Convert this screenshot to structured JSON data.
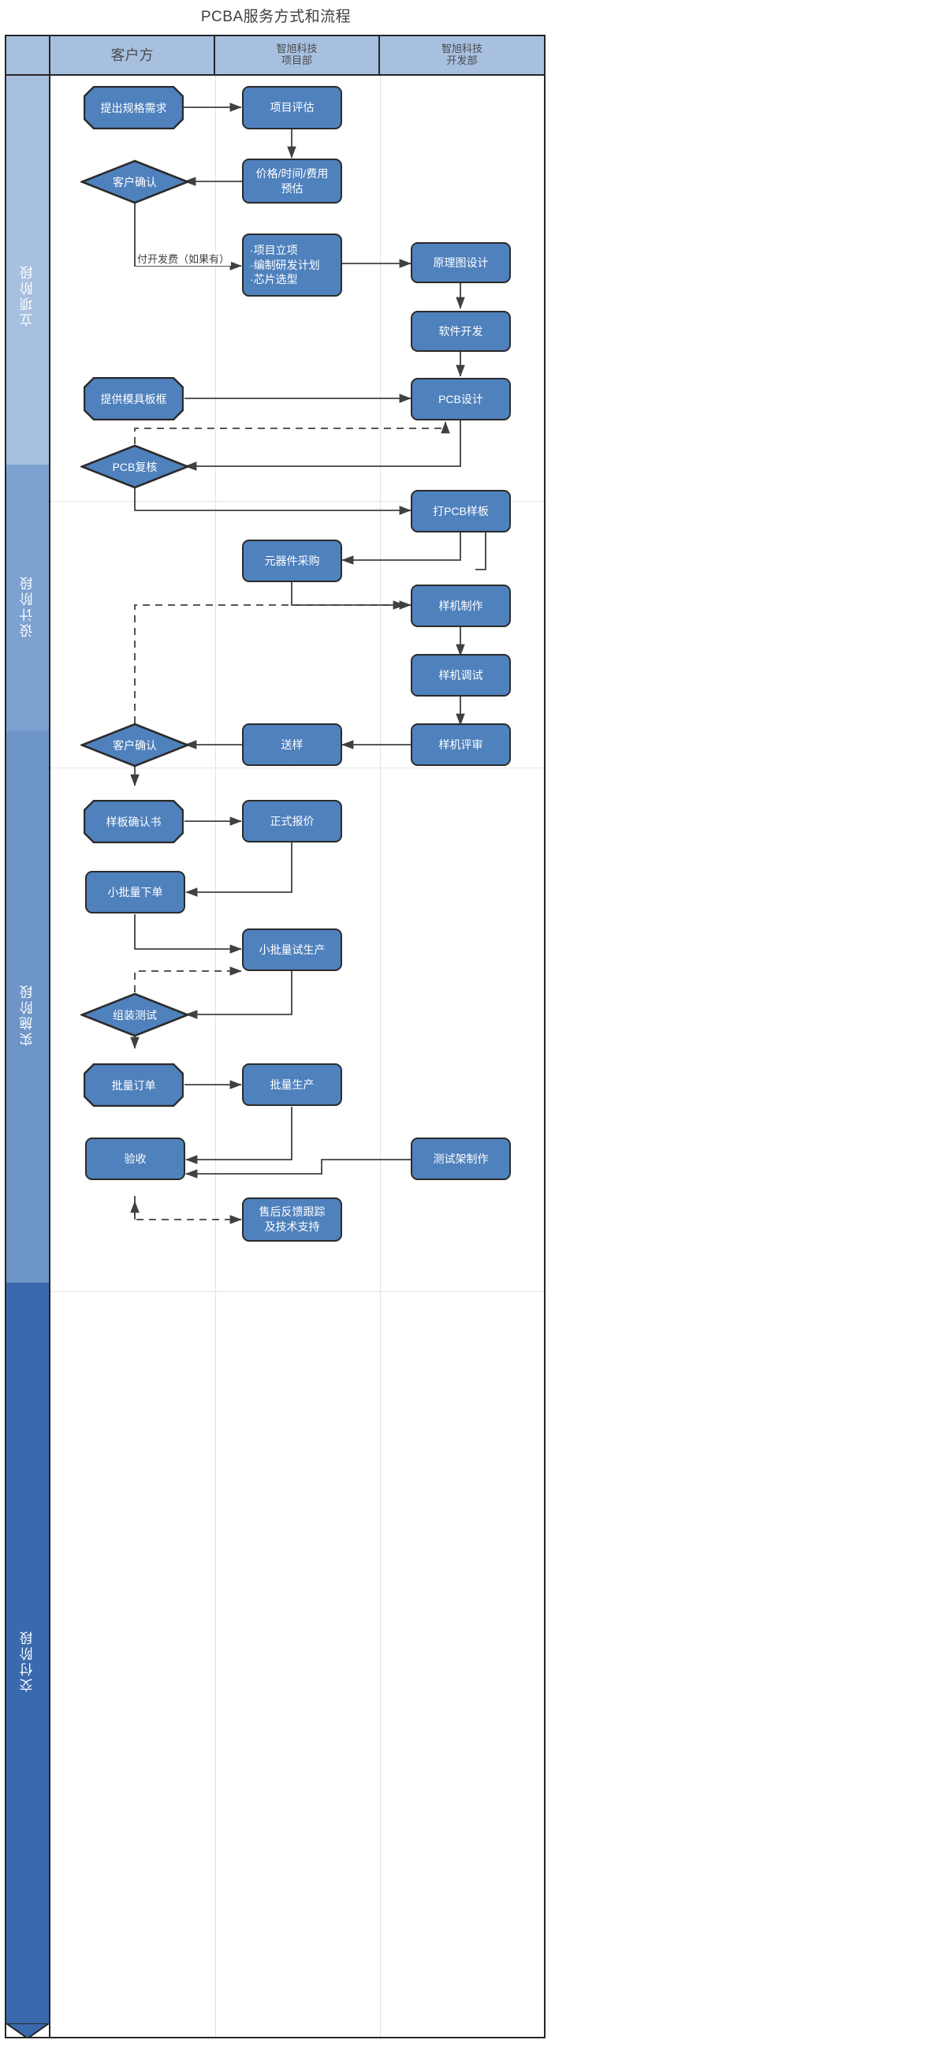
{
  "title": "PCBA服务方式和流程",
  "header": {
    "corner": "",
    "columns": [
      "客户方",
      "智旭科技\n项目部",
      "智旭科技\n开发部"
    ],
    "col1": "客户方",
    "col2_l1": "智旭科技",
    "col2_l2": "项目部",
    "col3_l1": "智旭科技",
    "col3_l2": "开发部"
  },
  "phases": [
    {
      "label": "立项阶段",
      "color": "#a7c0e0"
    },
    {
      "label": "设计阶段",
      "color": "#7da1d0"
    },
    {
      "label": "实施阶段",
      "color": "#6e95c8"
    },
    {
      "label": "交付阶段",
      "color": "#3a6aad"
    }
  ],
  "colors": {
    "node_fill": "#4f81bd",
    "node_stroke": "#2b2b2b",
    "header_fill": "#a7c0e0",
    "frame": "#262626",
    "edge": "#404040",
    "lane_sep": "#e2e2e2",
    "phase_divider": "#cfcfcf"
  },
  "nodes": {
    "spec_request": "提出规格需求",
    "project_eval": "项目评估",
    "price_estimate_l1": "价格/时间/费用",
    "price_estimate_l2": "预估",
    "customer_confirm_1": "客户确认",
    "initiation_b1": "·项目立项",
    "initiation_b2": "·编制研发计划",
    "initiation_b3": "·芯片选型",
    "schematic_design": "原理图设计",
    "software_dev": "软件开发",
    "provide_mold_frame": "提供模具板框",
    "pcb_design": "PCB设计",
    "pcb_review": "PCB复核",
    "pcb_sample": "打PCB样板",
    "component_purchase": "元器件采购",
    "prototype_make": "样机制作",
    "prototype_debug": "样机调试",
    "prototype_review": "样机评审",
    "send_sample": "送样",
    "customer_confirm_2": "客户确认",
    "sample_confirm_doc": "样板确认书",
    "formal_quote": "正式报价",
    "small_batch_order": "小批量下单",
    "small_batch_trial": "小批量试生产",
    "assembly_test": "组装测试",
    "bulk_order": "批量订单",
    "bulk_production": "批量生产",
    "acceptance": "验收",
    "test_fixture": "测试架制作",
    "aftersales_l1": "售后反馈跟踪",
    "aftersales_l2": "及技术支持"
  },
  "edge_labels": {
    "dev_fee": "付开发费（如果有）"
  },
  "flow": [
    {
      "from": "spec_request",
      "to": "project_eval",
      "style": "solid"
    },
    {
      "from": "project_eval",
      "to": "price_estimate",
      "style": "solid"
    },
    {
      "from": "price_estimate",
      "to": "customer_confirm_1",
      "style": "solid"
    },
    {
      "from": "customer_confirm_1",
      "to": "initiation",
      "style": "solid",
      "label": "付开发费（如果有）"
    },
    {
      "from": "initiation",
      "to": "schematic_design",
      "style": "solid"
    },
    {
      "from": "schematic_design",
      "to": "software_dev",
      "style": "solid"
    },
    {
      "from": "software_dev",
      "to": "pcb_design",
      "style": "solid"
    },
    {
      "from": "provide_mold_frame",
      "to": "pcb_design",
      "style": "solid"
    },
    {
      "from": "pcb_design",
      "to": "pcb_review",
      "style": "solid"
    },
    {
      "from": "pcb_review",
      "to": "pcb_design",
      "style": "dashed"
    },
    {
      "from": "pcb_review",
      "to": "pcb_sample",
      "style": "solid"
    },
    {
      "from": "pcb_sample",
      "to": "prototype_make",
      "style": "solid"
    },
    {
      "from": "pcb_sample",
      "to": "component_purchase",
      "style": "solid"
    },
    {
      "from": "component_purchase",
      "to": "prototype_make",
      "style": "solid"
    },
    {
      "from": "prototype_make",
      "to": "prototype_debug",
      "style": "solid"
    },
    {
      "from": "prototype_debug",
      "to": "prototype_review",
      "style": "solid"
    },
    {
      "from": "prototype_review",
      "to": "send_sample",
      "style": "solid"
    },
    {
      "from": "send_sample",
      "to": "customer_confirm_2",
      "style": "solid"
    },
    {
      "from": "customer_confirm_2",
      "to": "prototype_make",
      "style": "dashed"
    },
    {
      "from": "customer_confirm_2",
      "to": "sample_confirm_doc",
      "style": "solid"
    },
    {
      "from": "sample_confirm_doc",
      "to": "formal_quote",
      "style": "solid"
    },
    {
      "from": "formal_quote",
      "to": "small_batch_order",
      "style": "solid"
    },
    {
      "from": "small_batch_order",
      "to": "small_batch_trial",
      "style": "solid"
    },
    {
      "from": "small_batch_trial",
      "to": "assembly_test",
      "style": "solid"
    },
    {
      "from": "assembly_test",
      "to": "small_batch_trial",
      "style": "dashed"
    },
    {
      "from": "assembly_test",
      "to": "bulk_order",
      "style": "solid"
    },
    {
      "from": "bulk_order",
      "to": "bulk_production",
      "style": "solid"
    },
    {
      "from": "bulk_production",
      "to": "acceptance",
      "style": "solid"
    },
    {
      "from": "test_fixture",
      "to": "acceptance",
      "style": "solid"
    },
    {
      "from": "acceptance",
      "to": "aftersales",
      "style": "dashed"
    }
  ]
}
